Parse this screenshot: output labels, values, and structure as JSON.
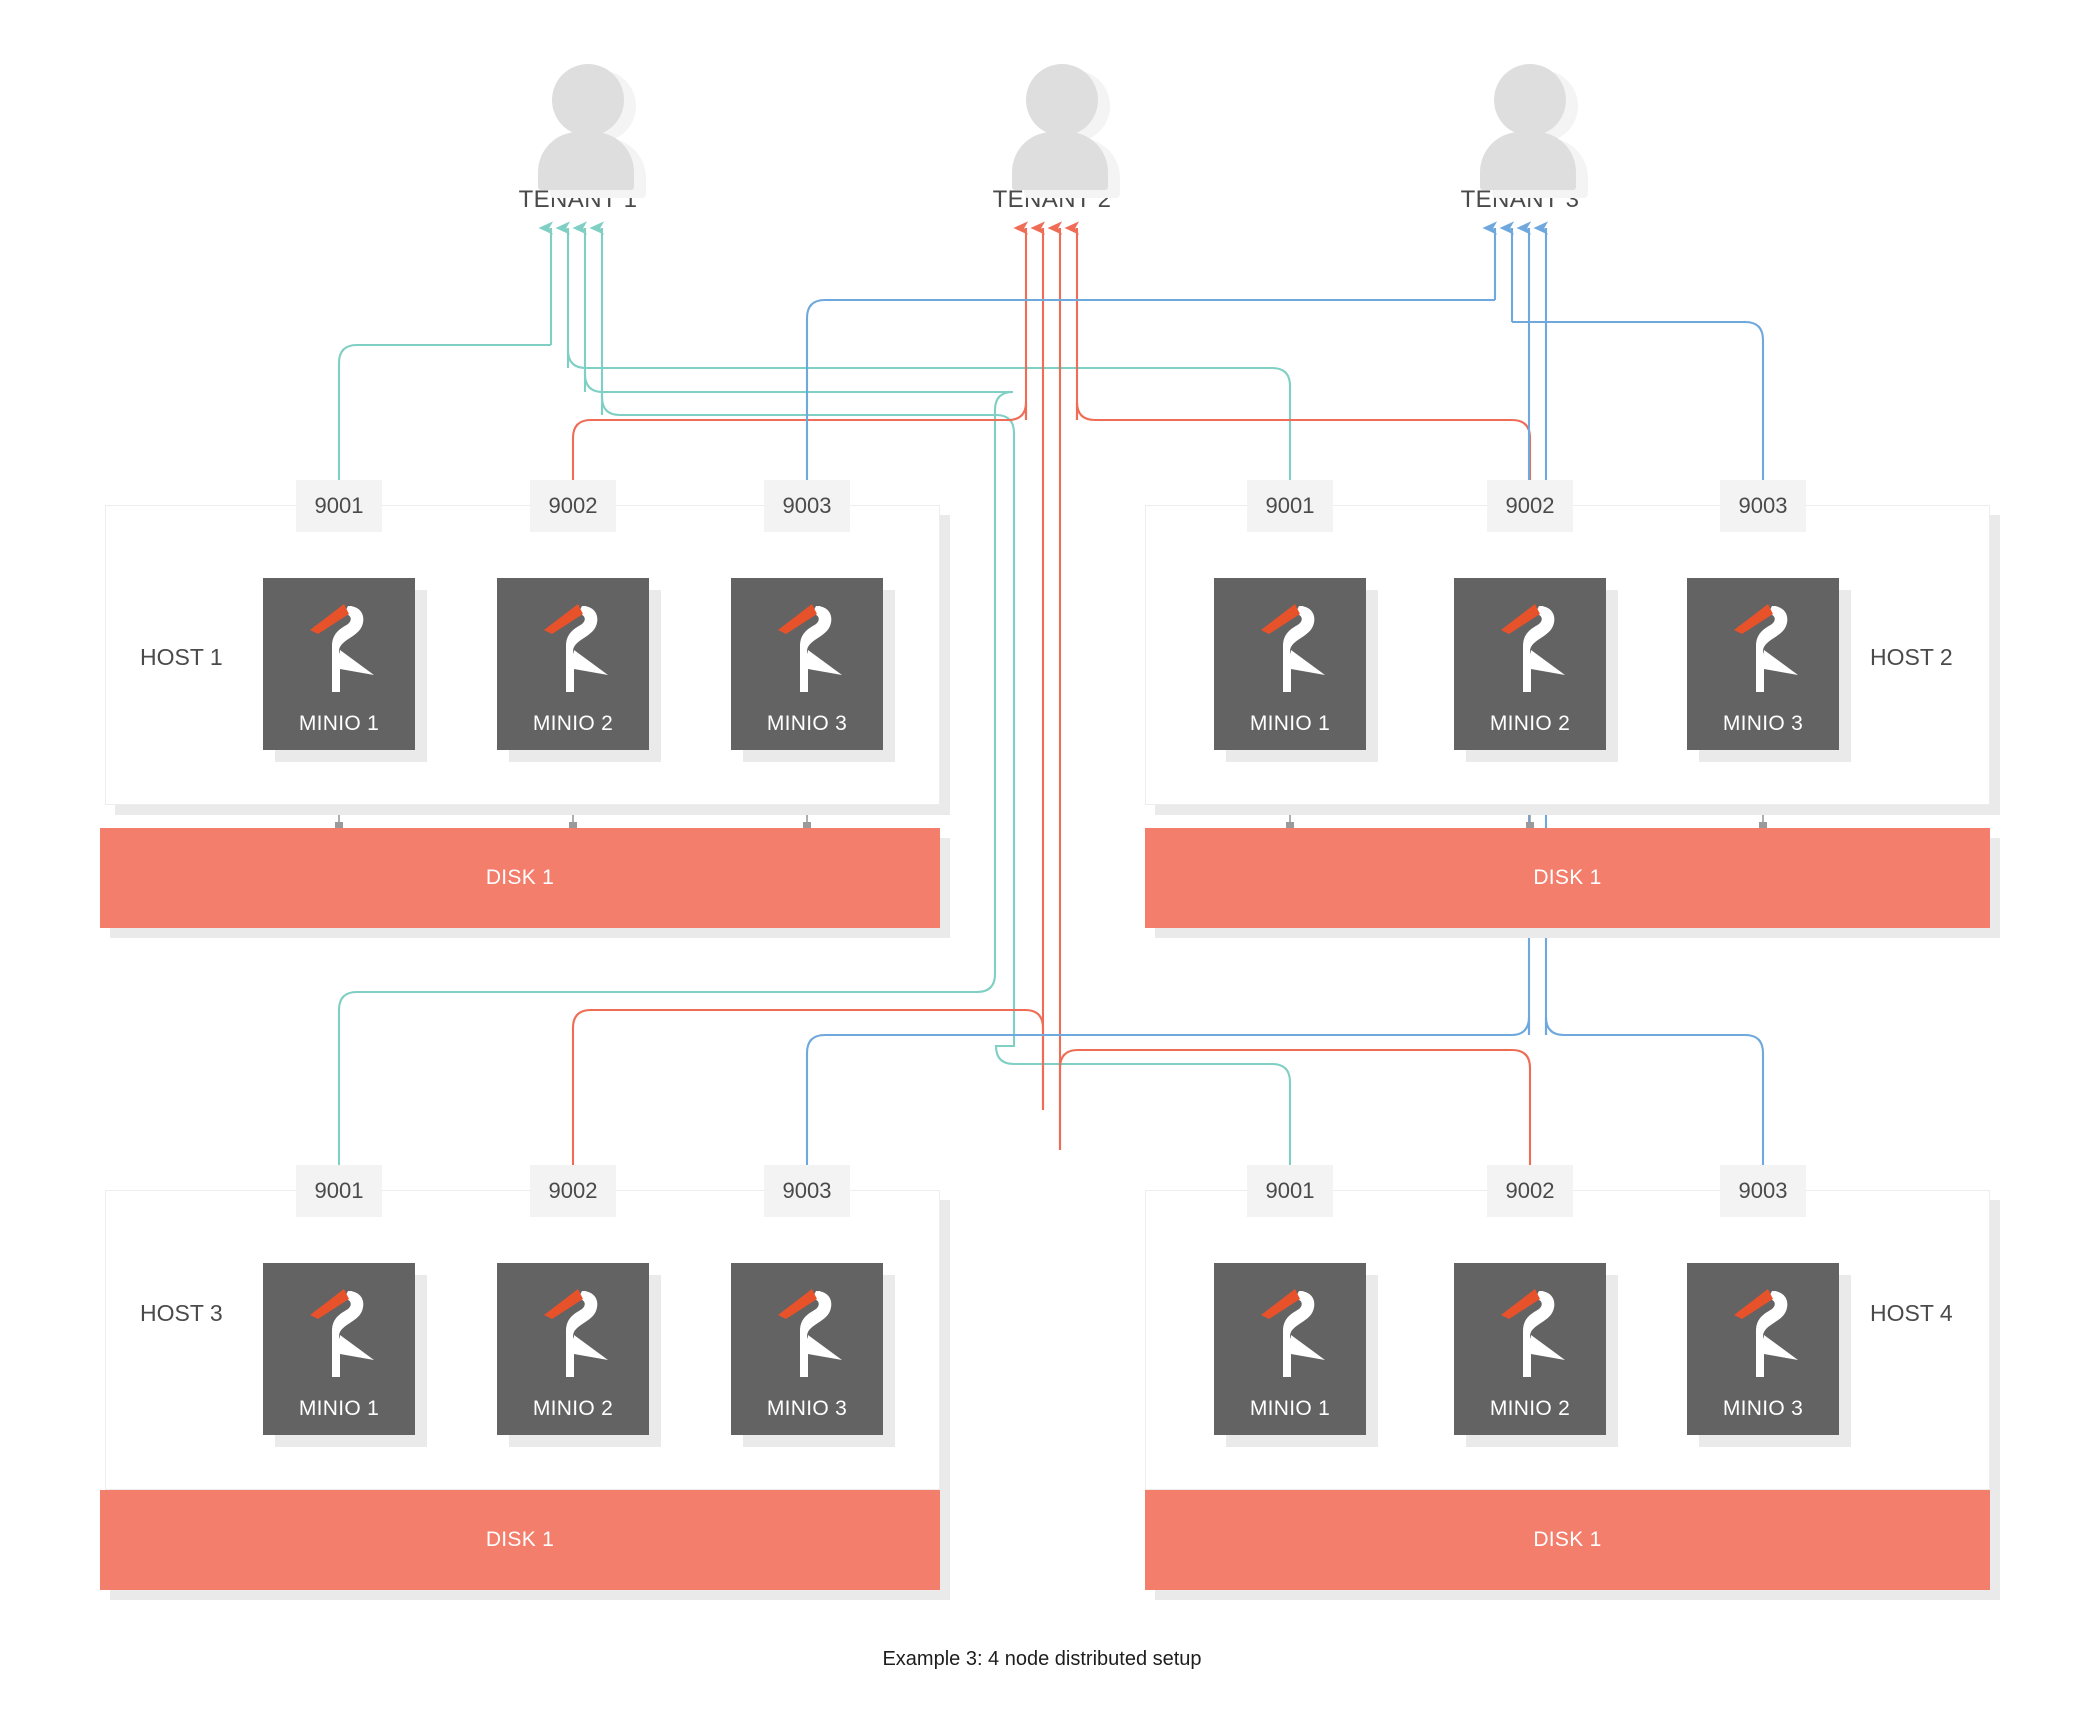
{
  "caption": "Example 3: 4 node distributed setup",
  "colors": {
    "tenant1": "#7fcfc4",
    "tenant2": "#ef6c56",
    "tenant3": "#6fa8dc",
    "minio_box": "#636363",
    "disk": "#f47e6c",
    "port_badge": "#f3f3f3",
    "host_border": "#ededed",
    "shadow": "#eaeaea",
    "logo_beak": "#e8522a",
    "logo_body": "#ffffff"
  },
  "tenants": [
    {
      "label": "TENANT 1",
      "color": "#7fcfc4",
      "icon": "person-icon"
    },
    {
      "label": "TENANT 2",
      "color": "#ef6c56",
      "icon": "person-icon"
    },
    {
      "label": "TENANT 3",
      "color": "#6fa8dc",
      "icon": "person-icon"
    }
  ],
  "hosts": [
    {
      "label": "HOST 1",
      "label_side": "left",
      "ports": [
        "9001",
        "9002",
        "9003"
      ],
      "nodes": [
        "MINIO 1",
        "MINIO 2",
        "MINIO 3"
      ],
      "disk": "DISK 1"
    },
    {
      "label": "HOST 2",
      "label_side": "right",
      "ports": [
        "9001",
        "9002",
        "9003"
      ],
      "nodes": [
        "MINIO 1",
        "MINIO 2",
        "MINIO 3"
      ],
      "disk": "DISK 1"
    },
    {
      "label": "HOST 3",
      "label_side": "left",
      "ports": [
        "9001",
        "9002",
        "9003"
      ],
      "nodes": [
        "MINIO 1",
        "MINIO 2",
        "MINIO 3"
      ],
      "disk": "DISK 1"
    },
    {
      "label": "HOST 4",
      "label_side": "right",
      "ports": [
        "9001",
        "9002",
        "9003"
      ],
      "nodes": [
        "MINIO 1",
        "MINIO 2",
        "MINIO 3"
      ],
      "disk": "DISK 1"
    }
  ],
  "connections": [
    {
      "from_host": "HOST 1",
      "from_port": "9001",
      "to_tenant": "TENANT 1",
      "color": "#7fcfc4"
    },
    {
      "from_host": "HOST 2",
      "from_port": "9001",
      "to_tenant": "TENANT 1",
      "color": "#7fcfc4"
    },
    {
      "from_host": "HOST 3",
      "from_port": "9001",
      "to_tenant": "TENANT 1",
      "color": "#7fcfc4"
    },
    {
      "from_host": "HOST 4",
      "from_port": "9001",
      "to_tenant": "TENANT 1",
      "color": "#7fcfc4"
    },
    {
      "from_host": "HOST 1",
      "from_port": "9002",
      "to_tenant": "TENANT 2",
      "color": "#ef6c56"
    },
    {
      "from_host": "HOST 2",
      "from_port": "9002",
      "to_tenant": "TENANT 2",
      "color": "#ef6c56"
    },
    {
      "from_host": "HOST 3",
      "from_port": "9002",
      "to_tenant": "TENANT 2",
      "color": "#ef6c56"
    },
    {
      "from_host": "HOST 4",
      "from_port": "9002",
      "to_tenant": "TENANT 2",
      "color": "#ef6c56"
    },
    {
      "from_host": "HOST 1",
      "from_port": "9003",
      "to_tenant": "TENANT 3",
      "color": "#6fa8dc"
    },
    {
      "from_host": "HOST 2",
      "from_port": "9003",
      "to_tenant": "TENANT 3",
      "color": "#6fa8dc"
    },
    {
      "from_host": "HOST 3",
      "from_port": "9003",
      "to_tenant": "TENANT 3",
      "color": "#6fa8dc"
    },
    {
      "from_host": "HOST 4",
      "from_port": "9003",
      "to_tenant": "TENANT 3",
      "color": "#6fa8dc"
    }
  ]
}
